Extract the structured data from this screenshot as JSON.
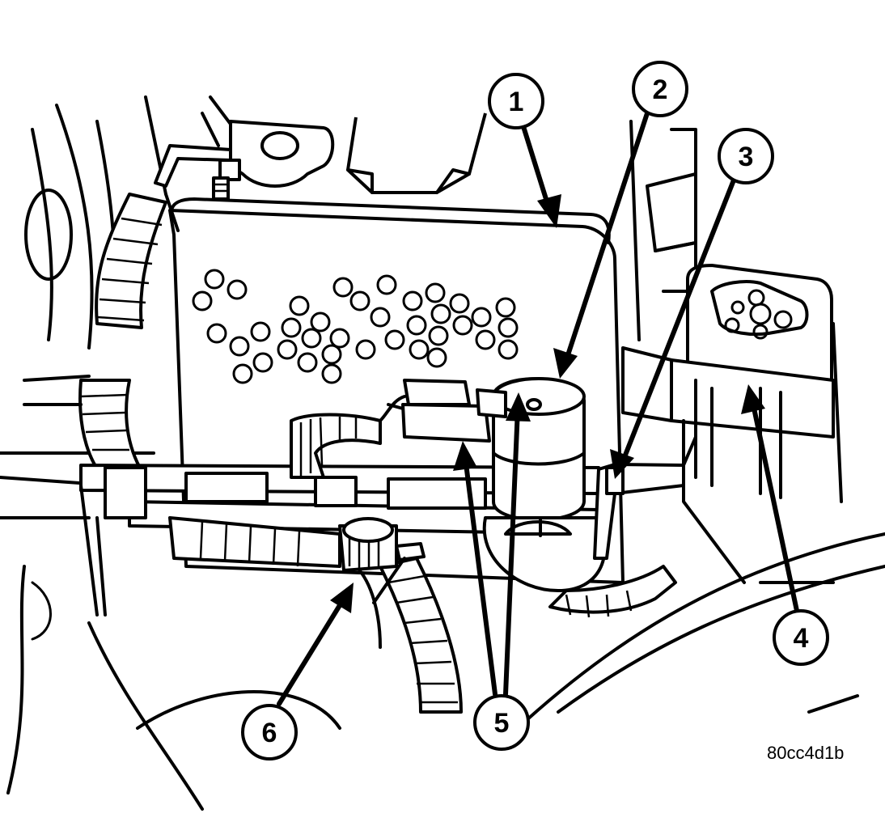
{
  "callouts": [
    {
      "id": "1",
      "label": "1"
    },
    {
      "id": "2",
      "label": "2"
    },
    {
      "id": "3",
      "label": "3"
    },
    {
      "id": "4",
      "label": "4"
    },
    {
      "id": "5",
      "label": "5"
    },
    {
      "id": "6",
      "label": "6"
    }
  ],
  "figure_code": "80cc4d1b",
  "colors": {
    "line": "#000000",
    "background": "#ffffff"
  }
}
